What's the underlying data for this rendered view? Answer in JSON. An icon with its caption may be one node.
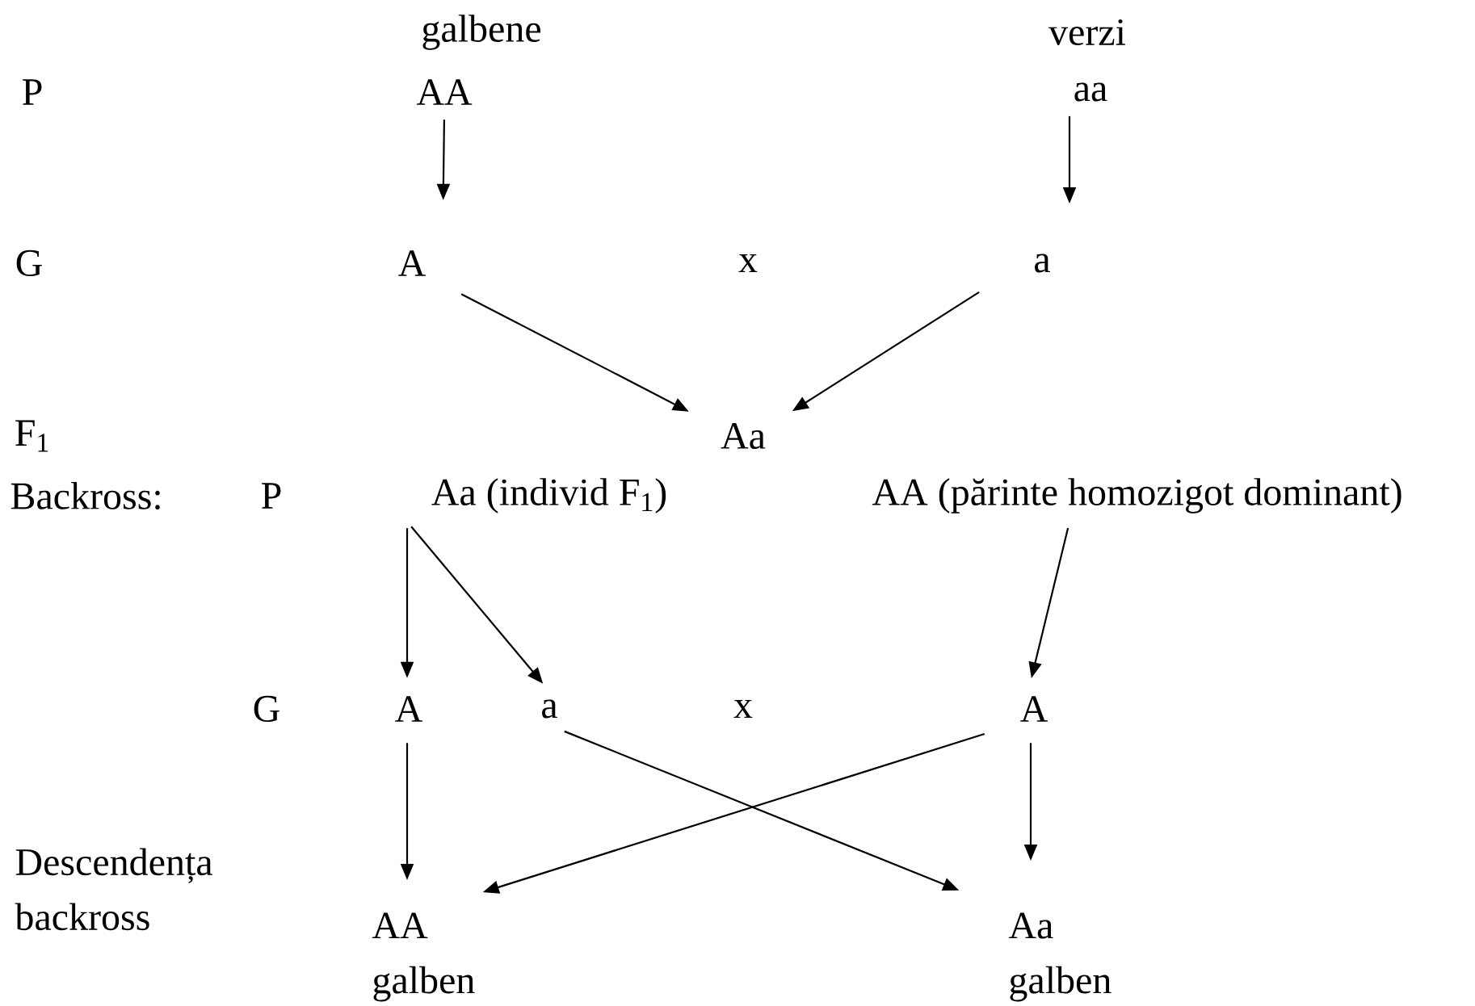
{
  "diagram": {
    "nodes": [
      {
        "text": [
          "AA"
        ],
        "beside": [
          "galbene"
        ]
      },
      {
        "text": [
          "aa"
        ],
        "beside": [
          "verzi"
        ]
      },
      {
        "text": [
          "A"
        ]
      },
      {
        "text": [
          "a"
        ]
      },
      {
        "text": [
          "Aa"
        ]
      },
      {
        "text": [
          "Aa (individ F$_{1}$)"
        ]
      },
      {
        "text": [
          "AA (părinte homozigot dominant)"
        ]
      },
      {
        "text": [
          "A"
        ]
      },
      {
        "text": [
          "a"
        ]
      },
      {
        "text": [
          "A"
        ]
      },
      {
        "text": [
          "AA",
          "galben"
        ]
      },
      {
        "text": [
          "Aa",
          "galben"
        ]
      }
    ],
    "edges": [
      {
        "from": 0,
        "to": 2,
        "arrow": "to"
      },
      {
        "from": 1,
        "to": 3,
        "arrow": "to"
      },
      {
        "from": 2,
        "to": 4,
        "arrow": "to"
      },
      {
        "from": 3,
        "to": 4,
        "arrow": "to"
      },
      {
        "from": 5,
        "to": 7,
        "arrow": "to"
      },
      {
        "from": 5,
        "to": 8,
        "arrow": "to"
      },
      {
        "from": 6,
        "to": 9,
        "arrow": "to"
      },
      {
        "from": 7,
        "to": 10,
        "arrow": "to"
      },
      {
        "from": 8,
        "to": 11,
        "arrow": "to"
      },
      {
        "from": 9,
        "to": 10,
        "arrow": "to"
      },
      {
        "from": 9,
        "to": 11,
        "arrow": "to"
      }
    ],
    "labels": [
      "P",
      "G",
      "x",
      "F$_{1}$",
      "Backross:",
      "P",
      "G",
      "x",
      "Descendența backross"
    ]
  }
}
